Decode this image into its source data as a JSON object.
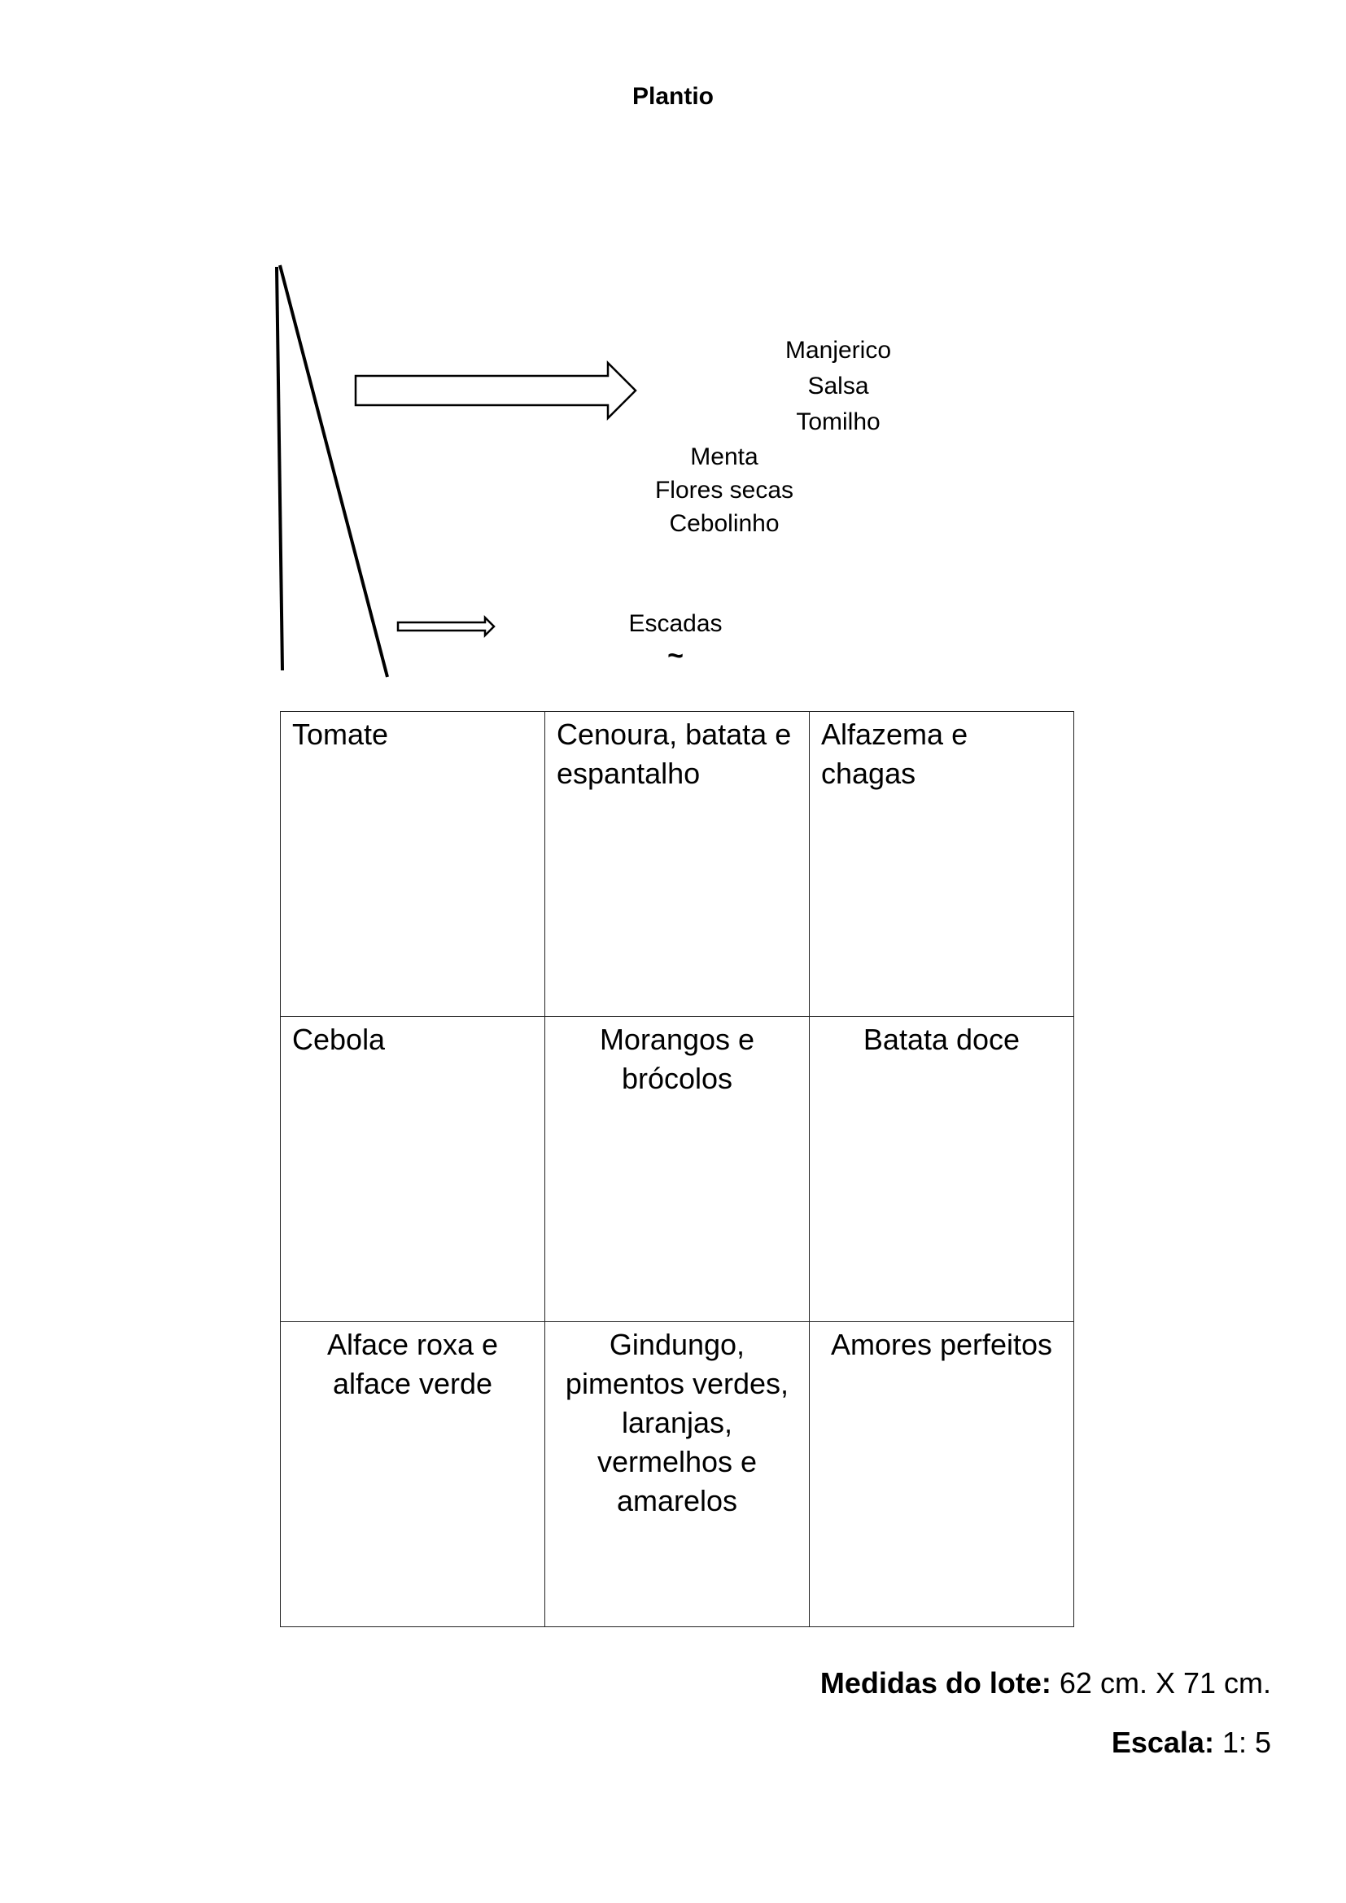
{
  "title": "Plantio",
  "diagram": {
    "herbs_upper": [
      "Manjerico",
      "Salsa",
      "Tomilho"
    ],
    "herbs_lower": [
      "Menta",
      "Flores secas",
      "Cebolinho"
    ],
    "stairs_label": "Escadas",
    "stairs_mark": "~"
  },
  "grid": {
    "rows": [
      [
        {
          "text": "Tomate",
          "align": "left"
        },
        {
          "text": "Cenoura, batata e espantalho",
          "align": "left"
        },
        {
          "text": "Alfazema e chagas",
          "align": "left"
        }
      ],
      [
        {
          "text": "Cebola",
          "align": "left"
        },
        {
          "text": "Morangos e brócolos",
          "align": "center"
        },
        {
          "text": "Batata doce",
          "align": "center"
        }
      ],
      [
        {
          "text": "Alface roxa e alface verde",
          "align": "center"
        },
        {
          "text": "Gindungo, pimentos verdes, laranjas, vermelhos e amarelos",
          "align": "center"
        },
        {
          "text": "Amores perfeitos",
          "align": "center"
        }
      ]
    ]
  },
  "footer": {
    "measures_label": "Medidas do lote:",
    "measures_value": " 62 cm. X 71 cm.",
    "scale_label": "Escala:",
    "scale_value": " 1: 5"
  }
}
